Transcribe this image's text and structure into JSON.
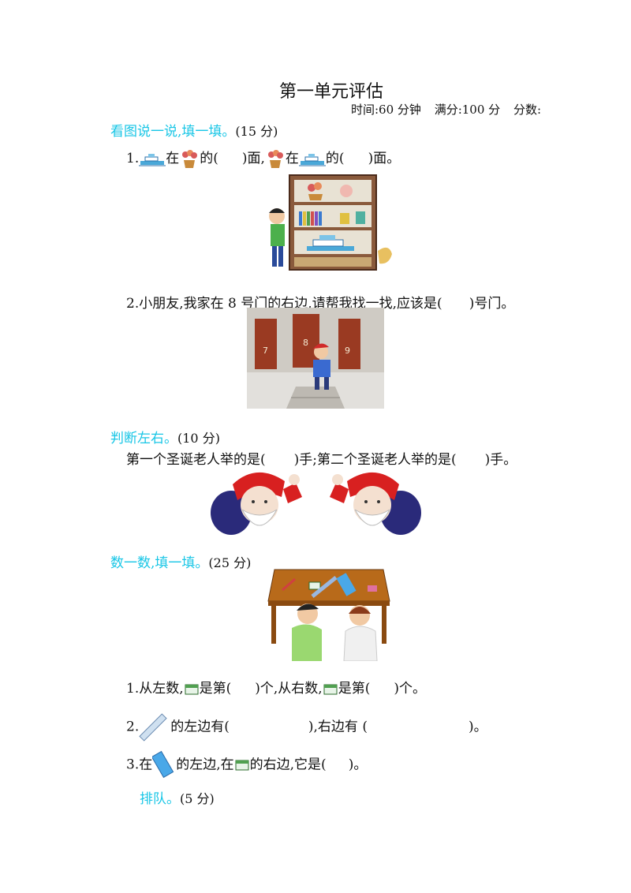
{
  "title": "第一单元评估",
  "meta": {
    "time": "时间:60 分钟",
    "full": "满分:100 分",
    "score": "分数:"
  },
  "sections": [
    {
      "heading": "看图说一说,填一填。",
      "points": "(15 分)"
    },
    {
      "heading": "判断左右。",
      "points": "(10 分)"
    },
    {
      "heading": "数一数,填一填。",
      "points": "(25 分)"
    },
    {
      "heading": "排队。",
      "points": "(5 分)"
    }
  ],
  "q1": {
    "num": "1.",
    "t1": "在",
    "t2": "的(",
    "t3": ")面,",
    "t4": "在",
    "t5": "的(",
    "t6": ")面。"
  },
  "q2": {
    "text1": "2.小朋友,我家在 8 号门的右边,请帮我找一找,应该是(",
    "text2": ")号门。",
    "doors": [
      "7",
      "8",
      "9"
    ]
  },
  "santa": {
    "text1": "第一个圣诞老人举的是(",
    "text2": ")手;第二个圣诞老人举的是(",
    "text3": ")手。"
  },
  "count": {
    "l1a": "1.从左数,",
    "l1b": "是第(",
    "l1c": ")个,从右数,",
    "l1d": "是第(",
    "l1e": ")个。",
    "l2a": "2.",
    "l2b": "的左边有(",
    "l2c": "),右边有  (",
    "l2d": ")。",
    "l3a": "3.在",
    "l3b": "的左边,在",
    "l3c": "的右边,它是(",
    "l3d": ")。"
  },
  "icons": [
    "boat-icon",
    "flowerpot-icon",
    "eraser-icon",
    "ruler-icon",
    "pencil-case-icon"
  ]
}
